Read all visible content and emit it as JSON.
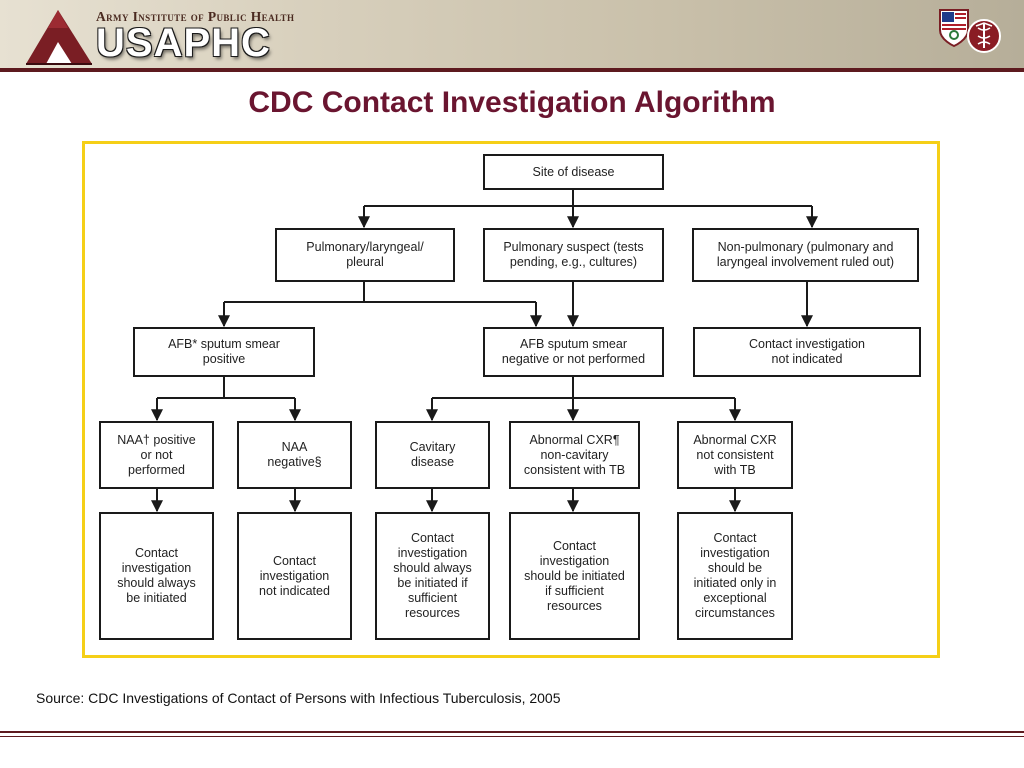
{
  "header": {
    "org_name": "Army Institute of Public Health",
    "org_abbrev": "USAPHC"
  },
  "title": "CDC Contact Investigation Algorithm",
  "flowchart": {
    "site": "Site of disease",
    "pulmonary": "Pulmonary/laryngeal/\npleural",
    "suspect": "Pulmonary suspect (tests\npending, e.g., cultures)",
    "nonpulmonary": "Non-pulmonary (pulmonary and\nlaryngeal involvement ruled out)",
    "afb_pos": "AFB* sputum smear\npositive",
    "afb_neg": "AFB sputum smear\nnegative or not performed",
    "nonpulm_outcome": "Contact investigation\nnot indicated",
    "naa_pos": "NAA† positive\nor not\nperformed",
    "naa_neg": "NAA\nnegative§",
    "cavitary": "Cavitary\ndisease",
    "cxr_consistent": "Abnormal CXR¶\nnon-cavitary\nconsistent with TB",
    "cxr_not": "Abnormal CXR\nnot consistent\nwith TB",
    "out_naa_pos": "Contact\ninvestigation\nshould always\nbe initiated",
    "out_naa_neg": "Contact\ninvestigation\nnot indicated",
    "out_cavitary": "Contact\ninvestigation\nshould always\nbe initiated if\nsufficient\nresources",
    "out_cxr_consistent": "Contact\ninvestigation\nshould be initiated\nif sufficient\nresources",
    "out_cxr_not": "Contact\ninvestigation\nshould be\ninitiated only in\nexceptional\ncircumstances"
  },
  "footer": {
    "source": "Source:  CDC Investigations of Contact of Persons with Infectious Tuberculosis, 2005"
  },
  "colors": {
    "title": "#6a1530",
    "frame_border": "#f5cf17",
    "banner_rule": "#5d1a1f"
  }
}
